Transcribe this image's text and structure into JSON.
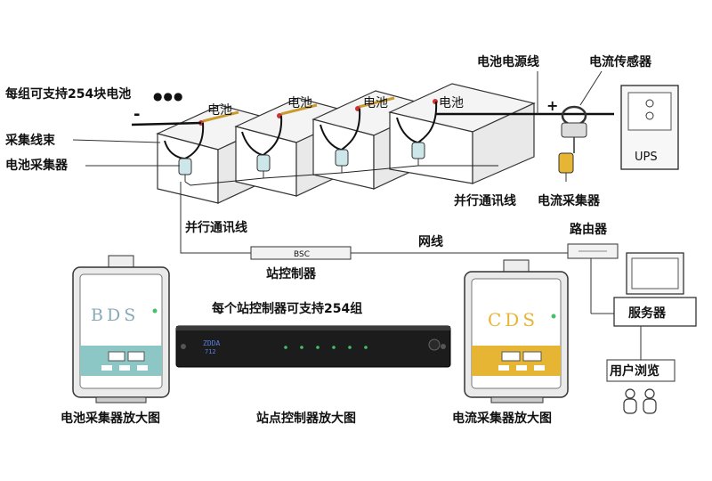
{
  "labels": {
    "per_group": "每组可支持254块电池",
    "ellipsis": "●●●",
    "minus": "-",
    "plus": "+",
    "battery": [
      "电池",
      "电池",
      "电池",
      "电池"
    ],
    "harness": "采集线束",
    "battery_collector": "电池采集器",
    "power_line": "电池电源线",
    "current_sensor": "电流传感器",
    "ups": "UPS",
    "parallel_comm_right": "并行通讯线",
    "current_collector": "电流采集器",
    "parallel_comm_left": "并行通讯线",
    "network_line": "网线",
    "router": "路由器",
    "bsc": "BSC",
    "station_controller": "站控制器",
    "server": "服务器",
    "per_station": "每个站控制器可支持254组",
    "user_browse": "用户浏览",
    "bds_device": "BDS",
    "cds_device": "CDS",
    "rack_brand": "ZDDA",
    "rack_model": "712",
    "bds_caption": "电池采集器放大图",
    "station_caption": "站点控制器放大图",
    "cds_caption": "电流采集器放大图"
  },
  "colors": {
    "bds_panel": "#8cc7c6",
    "cds_panel": "#e7b534",
    "rack": "#1c1c1c",
    "led": "#43c26a"
  }
}
